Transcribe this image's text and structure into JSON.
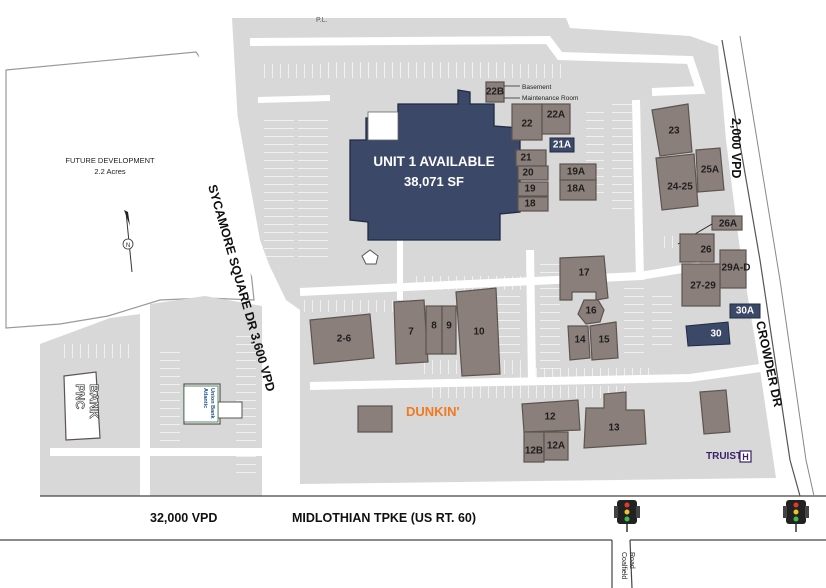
{
  "main_building": {
    "line1": "UNIT 1 AVAILABLE",
    "line2": "38,071 SF",
    "color": "#3c4868"
  },
  "future_development": {
    "line1": "FUTURE DEVELOPMENT",
    "line2": "2.2 Acres"
  },
  "roads": {
    "sycamore": "SYCAMORE SQUARE DR  3,600 VPD",
    "crowder": "CROWDER DR",
    "crowder_vpd": "2,000 VPD",
    "midlothian": "MIDLOTHIAN TPKE (US RT. 60)",
    "midlothian_vpd": "32,000 VPD",
    "coalfield_1": "Coalfield",
    "coalfield_2": "Road"
  },
  "annotations": {
    "basement": "Basement",
    "maintenance": "Maintenance Room",
    "compass_north": "N",
    "top_road": "P.L."
  },
  "units": {
    "u22B": "22B",
    "u22": "22",
    "u22A": "22A",
    "u21A": "21A",
    "u21": "21",
    "u20": "20",
    "u19": "19",
    "u19A": "19A",
    "u18": "18",
    "u18A": "18A",
    "u23": "23",
    "u24_25": "24-25",
    "u25A": "25A",
    "u26A": "26A",
    "u26": "26",
    "u29AD": "29A-D",
    "u27_29": "27-29",
    "u30A": "30A",
    "u30": "30",
    "u17": "17",
    "u16": "16",
    "u14": "14",
    "u15": "15",
    "u2_6": "2-6",
    "u7": "7",
    "u8": "8",
    "u9": "9",
    "u10": "10",
    "u12": "12",
    "u12A": "12A",
    "u12B": "12B",
    "u13": "13"
  },
  "tenants": {
    "dunkin": "DUNKIN'",
    "atlantic_1": "Atlantic",
    "atlantic_2": "Union Bank",
    "truist": "TRUIST",
    "truist_mark": "H",
    "pnc_left": "PNC",
    "pnc_right": "BANK"
  },
  "colors": {
    "available_unit": "#3c4868",
    "building": "#8a7f7a",
    "dunkin_orange": "#f07a1f",
    "truist_purple": "#3b2268",
    "lot_gray": "#d8d8d8"
  }
}
